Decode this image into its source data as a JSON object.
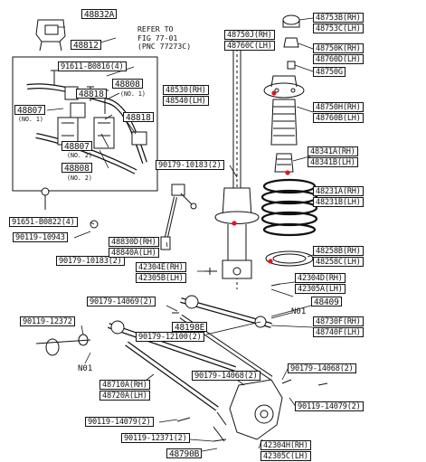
{
  "labels": {
    "p48832": "48832A",
    "p48812": "48812",
    "p91611": "91611-B0816(4)",
    "p48818a": "48818",
    "p48808a": "48808",
    "p48808a_sub": "(NO. 1)",
    "p48807a": "48807",
    "p48807a_sub": "(NO. 1)",
    "p48818b": "48818",
    "p48807b": "48807",
    "p48807b_sub": "(NO. 2)",
    "p48808b": "48808",
    "p48808b_sub": "(NO. 2)",
    "p91651": "91651-B0822(4)",
    "p90119_1094": "90119-10943",
    "p90179_10183a": "90179-10183(2)",
    "p90179_10183b": "90179-10183(2)",
    "p48750j": "48750J(RH)",
    "p48760c": "48760C(LH)",
    "p48753b": "48753B(RH)",
    "p48753c": "48753C(LH)",
    "p48750k": "48750K(RH)",
    "p48760d": "48760D(LH)",
    "p48750g": "48750G",
    "p48530": "48530(RH)",
    "p48540": "48540(LH)",
    "p48750h": "48750H(RH)",
    "p48760b": "48760B(LH)",
    "p48341a": "48341A(RH)",
    "p48341b": "48341B(LH)",
    "p48231a": "48231A(RH)",
    "p48231b": "48231B(LH)",
    "p48258b": "48258B(RH)",
    "p48258c": "48258C(LH)",
    "p48830d": "48830D(RH)",
    "p48840a": "48840A(LH)",
    "p42304e": "42304E(RH)",
    "p42305b": "42305B(LH)",
    "p42304d": "42304D(RH)",
    "p42305a": "42305A(LH)",
    "p48409": "48409",
    "p90179_14069": "90179-14069(2)",
    "p48198e": "48198E",
    "p90179_12100": "90179-12100(2)",
    "n01a": "N01",
    "p48730f": "48730F(RH)",
    "p48740f": "48740F(LH)",
    "p90119_12372": "90119-12372",
    "n01b": "N01",
    "p90179_14068a": "90179-14068(2)",
    "p90179_14068b": "90179-14068(2)",
    "p48710a": "48710A(RH)",
    "p48720a": "48720A(LH)",
    "p90119_14079a": "90119-14079(2)",
    "p90119_14079b": "90119-14079(2)",
    "p90119_12371": "90119-12371(2)",
    "p42304h": "42304H(RH)",
    "p42305c": "42305C(LH)",
    "p48790b": "48790B"
  },
  "note": {
    "line1": "REFER TO",
    "line2": "FIG 77-01",
    "line3": "(PNC 77273C)"
  },
  "colors": {
    "ink": "#111111",
    "highlight": "#e8141b",
    "paper": "#ffffff"
  }
}
